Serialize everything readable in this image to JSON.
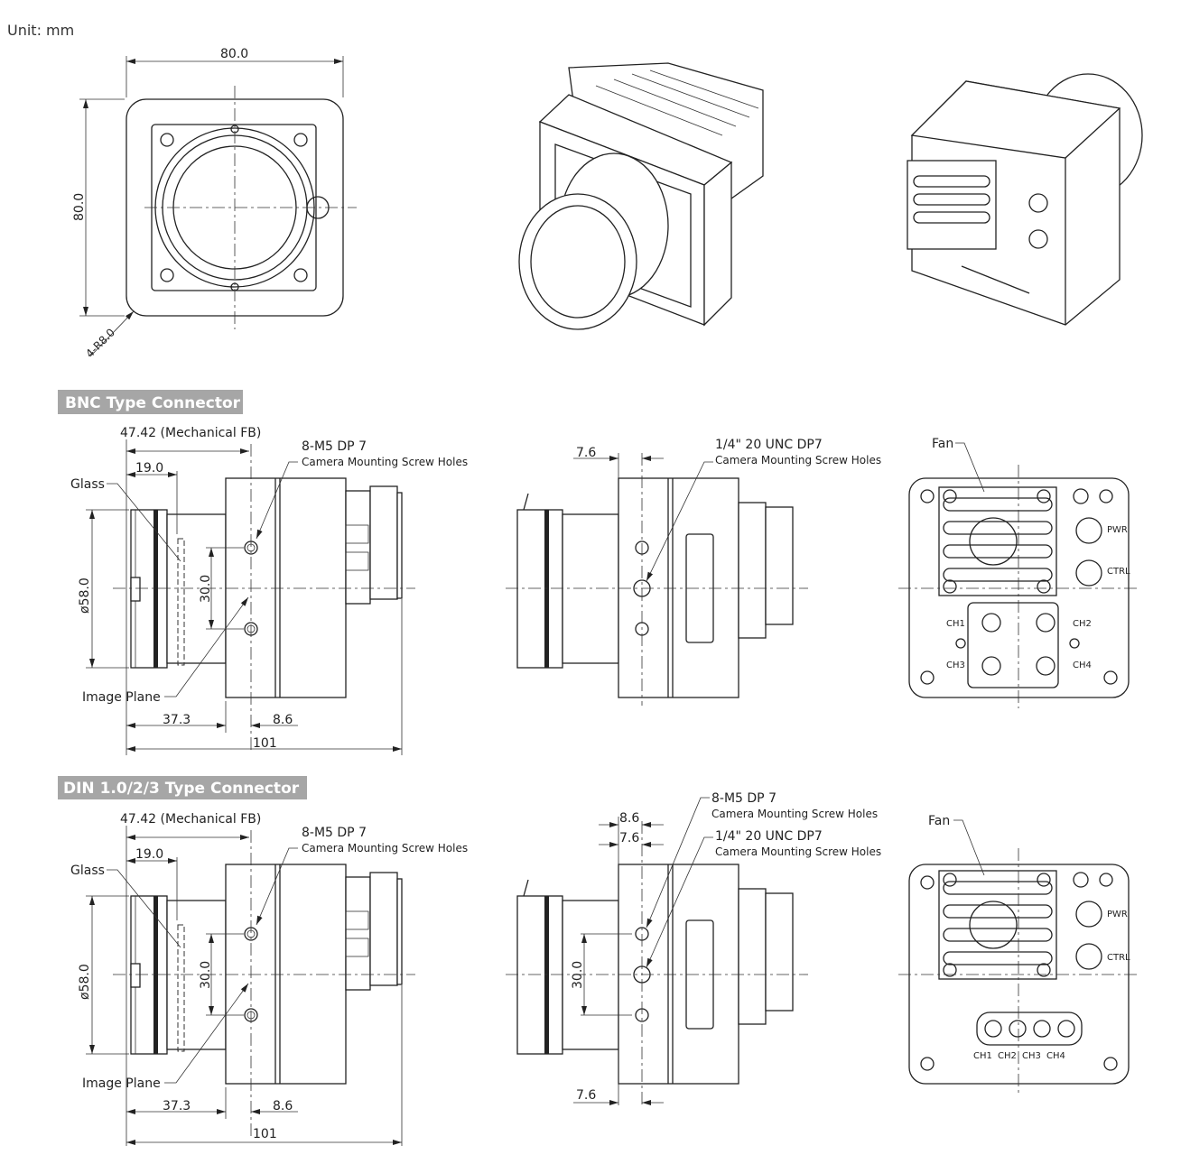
{
  "unit_label": "Unit: mm",
  "top": {
    "width_dim": "80.0",
    "height_dim": "80.0",
    "radius_dim": "4-R8.0"
  },
  "bnc": {
    "title": "BNC Type Connector",
    "side": {
      "fb": "47.42 (Mechanical FB)",
      "glass_dist": "19.0",
      "glass": "Glass",
      "screw_spec": "8-M5 DP 7",
      "screw_desc": "Camera Mounting Screw Holes",
      "diameter": "ø58.0",
      "hole_pitch": "30.0",
      "image_plane": "Image Plane",
      "front_len": "37.3",
      "hole_offset": "8.6",
      "total_len": "101"
    },
    "side2": {
      "offset": "7.6",
      "screw_spec": "1/4\" 20 UNC DP7",
      "screw_desc": "Camera Mounting Screw Holes"
    },
    "rear": {
      "fan": "Fan",
      "pwr": "PWR",
      "ctrl": "CTRL",
      "ch1": "CH1",
      "ch2": "CH2",
      "ch3": "CH3",
      "ch4": "CH4"
    }
  },
  "din": {
    "title": "DIN 1.0/2/3 Type Connector",
    "side": {
      "fb": "47.42 (Mechanical FB)",
      "glass_dist": "19.0",
      "glass": "Glass",
      "screw_spec": "8-M5 DP 7",
      "screw_desc": "Camera Mounting Screw Holes",
      "diameter": "ø58.0",
      "hole_pitch": "30.0",
      "image_plane": "Image Plane",
      "front_len": "37.3",
      "hole_offset": "8.6",
      "total_len": "101"
    },
    "side2": {
      "offset_top1": "8.6",
      "offset_top2": "7.6",
      "screw_spec1": "8-M5 DP 7",
      "screw_desc1": "Camera Mounting Screw Holes",
      "screw_spec2": "1/4\" 20 UNC DP7",
      "screw_desc2": "Camera Mounting Screw Holes",
      "hole_pitch": "30.0",
      "offset_bottom": "7.6"
    },
    "rear": {
      "fan": "Fan",
      "pwr": "PWR",
      "ctrl": "CTRL",
      "ch1": "CH1",
      "ch2": "CH2",
      "ch3": "CH3",
      "ch4": "CH4"
    }
  },
  "colors": {
    "header_bg": "#a6a6a6",
    "line": "#222222"
  }
}
